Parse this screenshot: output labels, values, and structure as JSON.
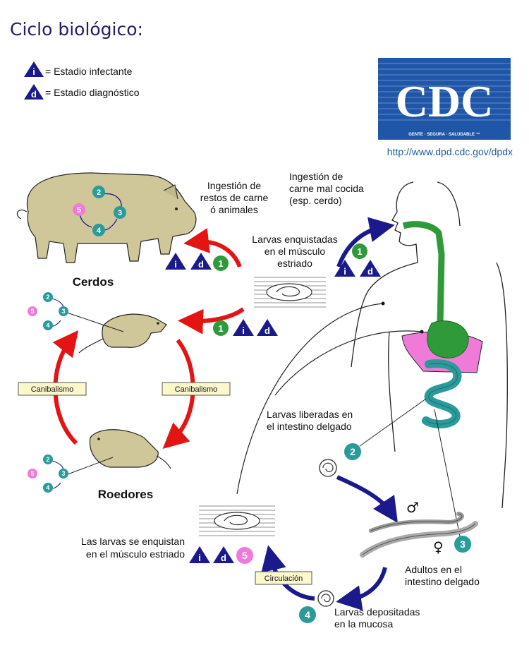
{
  "title": "Ciclo biológico:",
  "legend": {
    "infective": "= Estadio infectante",
    "diagnostic": "= Estadio diagnóstico",
    "i_letter": "i",
    "d_letter": "d"
  },
  "logo": {
    "text": "CDC",
    "tagline": "GENTE · SEGURA · SALUDABLE ™",
    "url": "http://www.dpd.cdc.gov/dpdx"
  },
  "labels": {
    "ingest_scraps": [
      "Ingestión de",
      "restos de carne",
      "ó animales"
    ],
    "ingest_meat": [
      "Ingestión de",
      "carne mal cocida",
      "(esp. cerdo)"
    ],
    "encysted_muscle": [
      "Larvas enquistadas",
      "en el músculo",
      "estriado"
    ],
    "pigs": "Cerdos",
    "rodents": "Roedores",
    "cannibalism_left": "Canibalismo",
    "cannibalism_right": "Canibalismo",
    "larvae_released": [
      "Larvas liberadas en",
      "el intestino delgado"
    ],
    "adults": [
      "Adultos en el",
      "intestino delgado"
    ],
    "larvae_deposited": [
      "Larvas depositadas",
      "en la mucosa"
    ],
    "circulation": "Circulación",
    "encyst_striated": [
      "Las larvas se enquistan",
      "en el músculo estriado"
    ],
    "male": "♂",
    "female": "♀"
  },
  "stages": {
    "s1": "1",
    "s2": "2",
    "s3": "3",
    "s4": "4",
    "s5": "5"
  },
  "colors": {
    "teal": "#2a9a9a",
    "green": "#2f9a3a",
    "pink": "#f07ad8",
    "navy": "#1a1a8c",
    "red": "#e31414",
    "beige": "#cfc79a"
  }
}
